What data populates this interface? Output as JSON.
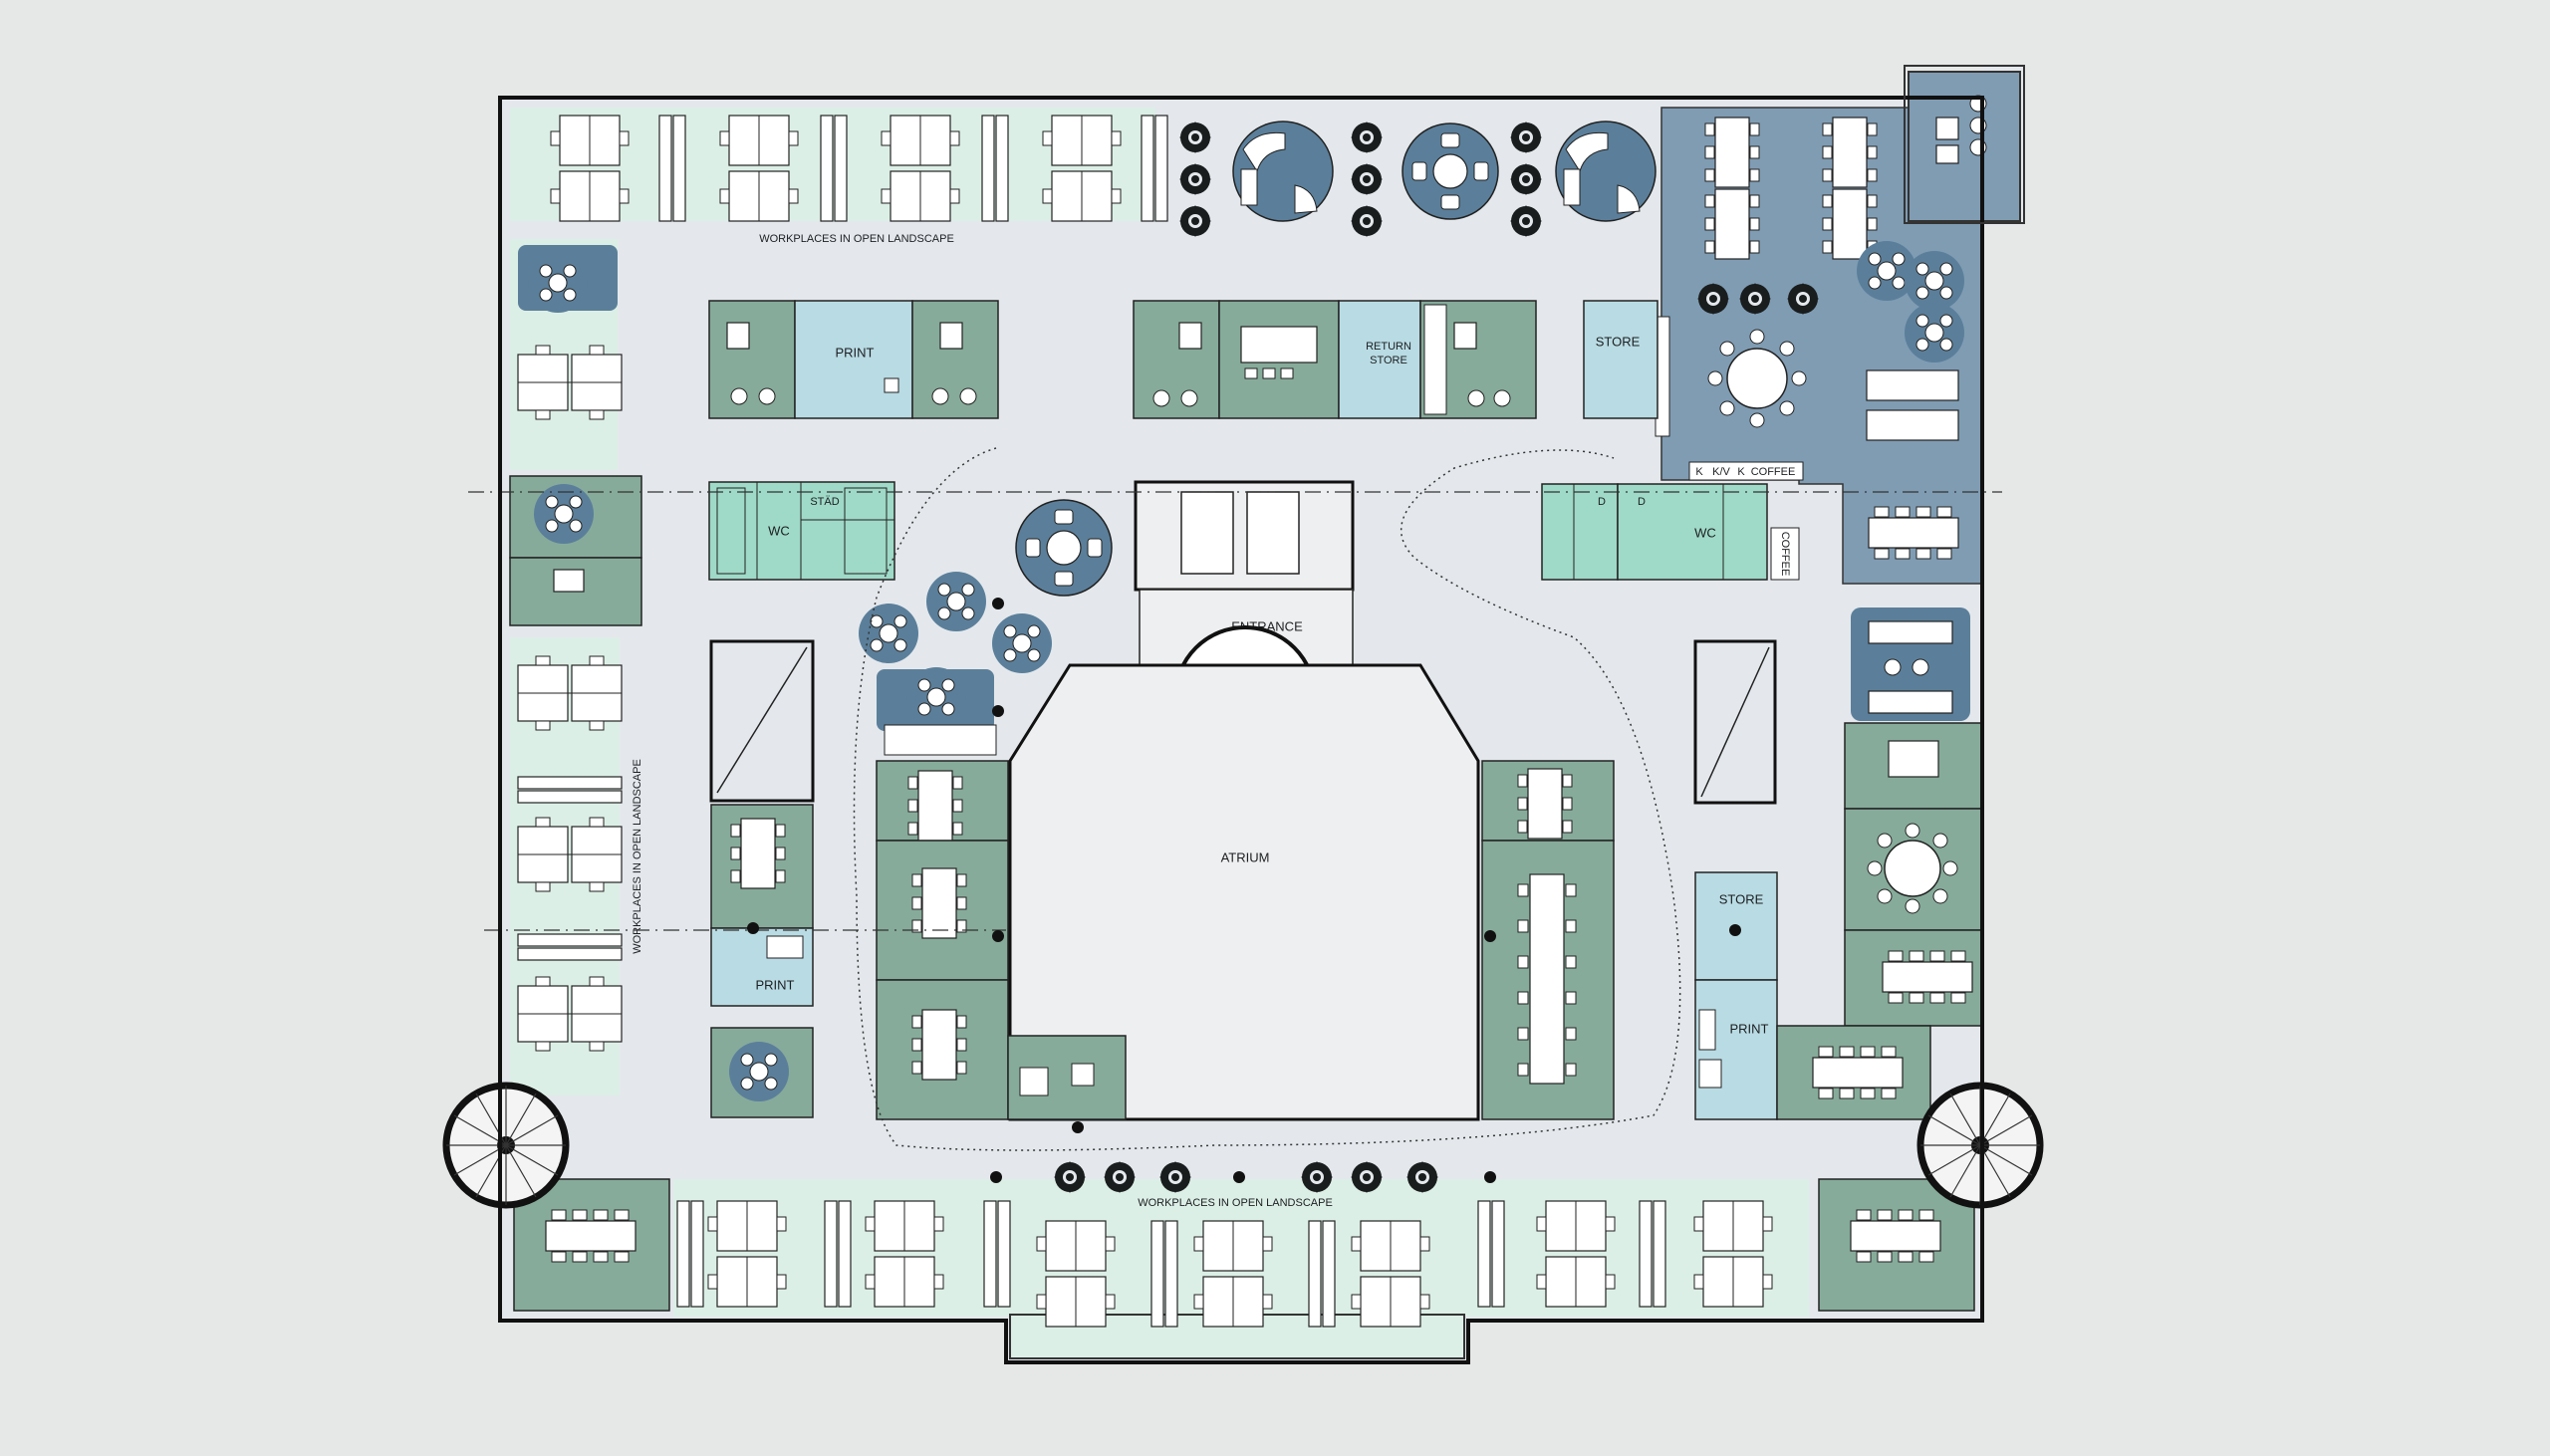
{
  "colors": {
    "background": "#e6e7e7",
    "corridor": "#e4e8ec",
    "open_landscape": "#dcefe6",
    "meeting_room": "#86ab9a",
    "service_room": "#b9dbe3",
    "wc": "#9fd9c7",
    "lounge": "#5b7f9a",
    "canteen": "#7f9cb3",
    "atrium": "#eeeff0",
    "plant": "#1a1d1d"
  },
  "labels": {
    "workplaces_top": "WORKPLACES IN OPEN LANDSCAPE",
    "workplaces_left": "WORKPLACES IN OPEN LANDSCAPE",
    "workplaces_bottom": "WORKPLACES IN OPEN LANDSCAPE",
    "print_top": "PRINT",
    "return_store_1": "RETURN",
    "return_store_2": "STORE",
    "store_top": "STORE",
    "stad": "STÄD",
    "wc_left": "WC",
    "wc_right": "WC",
    "d1": "D",
    "d2": "D",
    "k1": "K",
    "k2": "K/V",
    "k3": "K",
    "coffee_1": "COFFEE",
    "coffee_2": "COFFEE",
    "entrance": "ENTRANCE",
    "atrium": "ATRIUM",
    "print_left": "PRINT",
    "store_right": "STORE",
    "print_right": "PRINT"
  },
  "icons": {
    "plant": "plant-icon",
    "spiral_stair": "spiral-stair-icon",
    "round_table": "round-table-icon",
    "desk_pair": "desk-pair-icon"
  }
}
